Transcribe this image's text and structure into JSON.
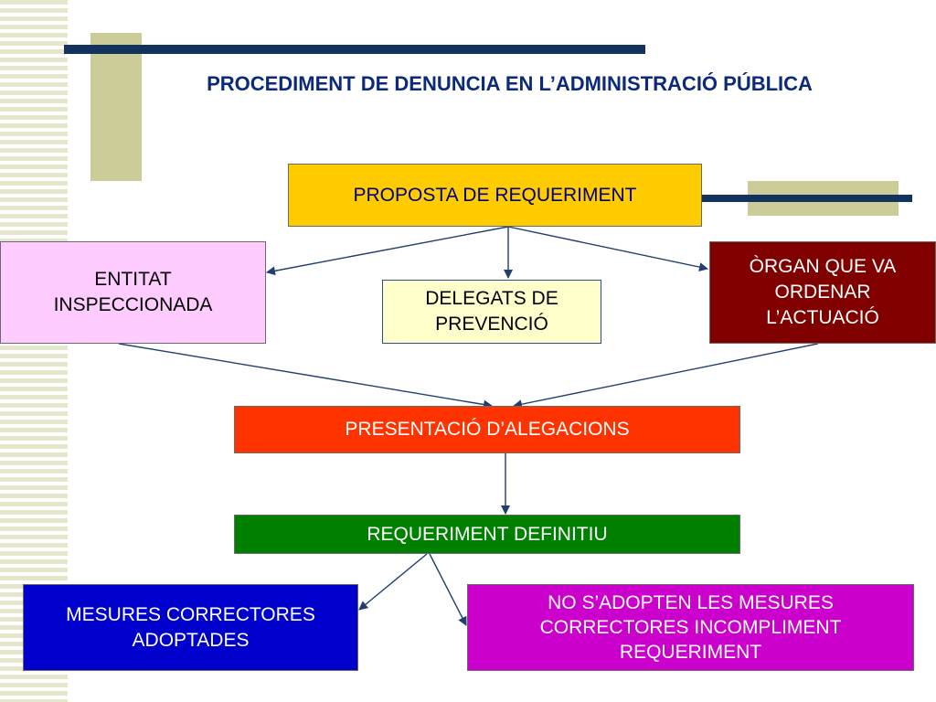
{
  "title": "PROCEDIMENT DE DENUNCIA EN L’ADMINISTRACIÓ PÚBLICA",
  "nodes": {
    "proposta": "PROPOSTA DE REQUERIMENT",
    "entitat": "ENTITAT INSPECCIONADA",
    "delegats": "DELEGATS DE PREVENCIÓ",
    "organ": "ÒRGAN QUE VA ORDENAR L’ACTUACIÓ",
    "presentacio": "PRESENTACIÓ D’ALEGACIONS",
    "definitiu": "REQUERIMENT DEFINITIU",
    "mesures": "MESURES CORRECTORES ADOPTADES",
    "no_mesures": "NO S’ADOPTEN LES MESURES CORRECTORES INCOMPLIMENT REQUERIMENT"
  },
  "colors": {
    "proposta": "#ffcc00",
    "entitat": "#ffccff",
    "delegats": "#ffffcc",
    "organ": "#800000",
    "presentacio": "#ff3300",
    "definitiu": "#008000",
    "mesures": "#0000cc",
    "no_mesures": "#cc00cc",
    "arrow": "#1f3f6f"
  }
}
